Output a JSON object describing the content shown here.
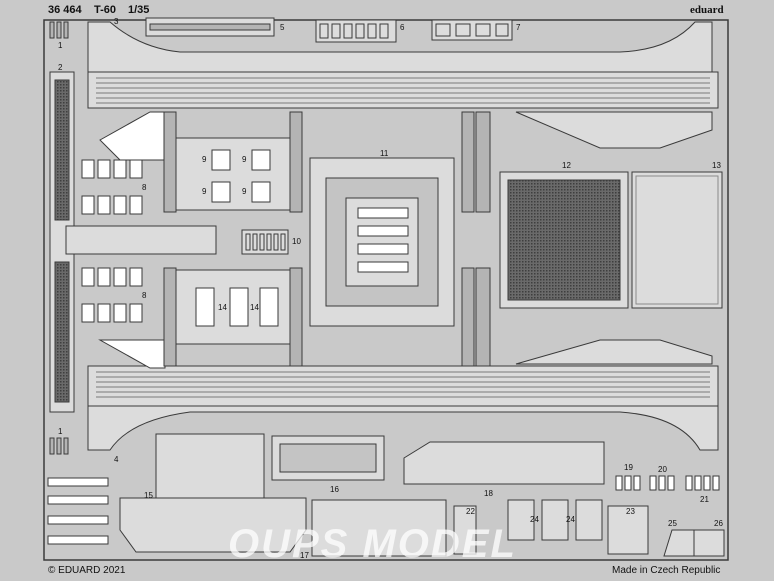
{
  "header": {
    "code": "36 464",
    "model": "T-60",
    "scale": "1/35",
    "brand": "eduard"
  },
  "footer": {
    "copyright": "© EDUARD 2021",
    "origin": "Made in Czech Republic"
  },
  "watermark": "OUPS MODEL",
  "part_numbers": [
    "1",
    "2",
    "3",
    "4",
    "5",
    "6",
    "7",
    "8",
    "9",
    "10",
    "11",
    "12",
    "13",
    "14",
    "15",
    "16",
    "17",
    "18",
    "19",
    "20",
    "21",
    "22",
    "23",
    "24",
    "25",
    "26"
  ],
  "colors": {
    "sheet": "#c9c9c9",
    "fret_light": "#dcdcdc",
    "fret_mid": "#b4b4b4",
    "outline": "#3a3a3a",
    "mesh": "#5a5a5a"
  }
}
